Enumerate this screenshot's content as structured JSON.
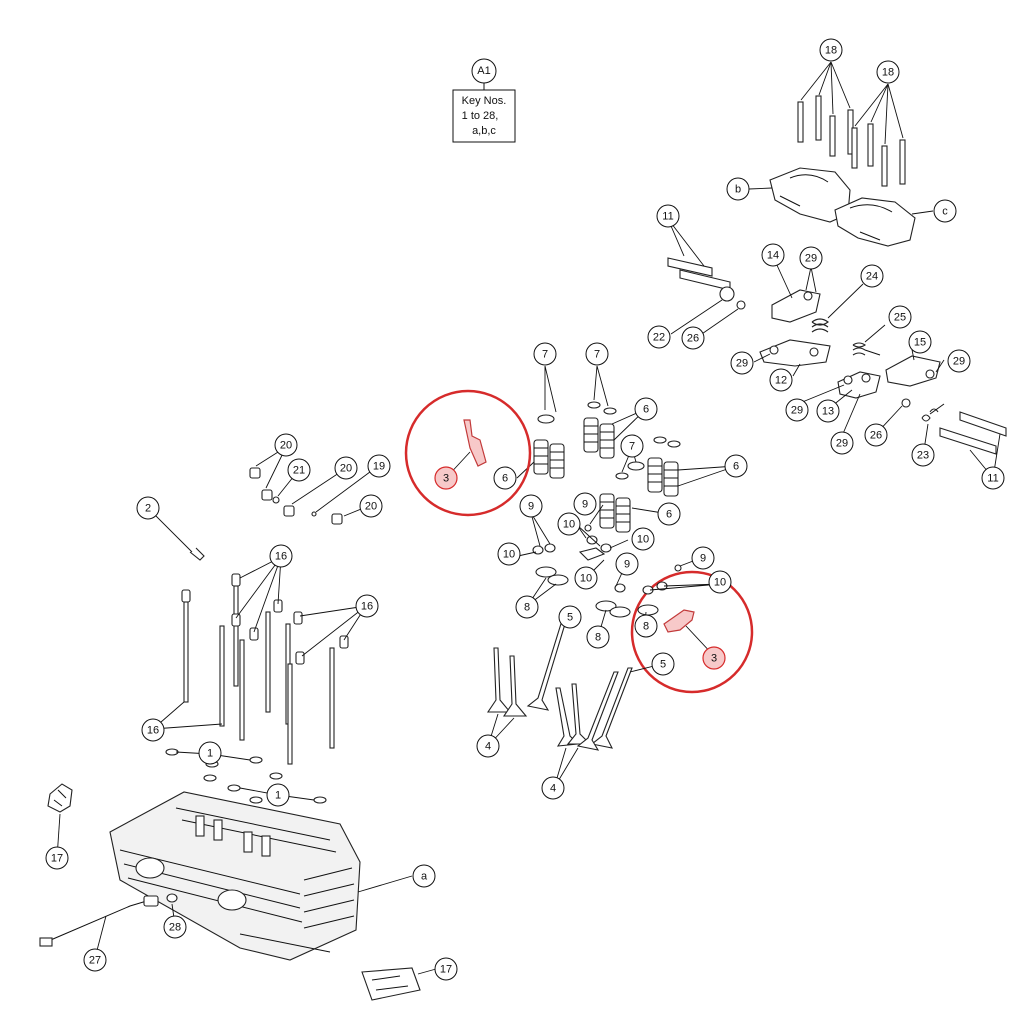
{
  "key_box": {
    "ref": "A1",
    "line1": "Key Nos.",
    "line2": "1 to 28,",
    "line3": "a,b,c"
  },
  "highlight_color": "#d62b2b",
  "highlight_fill": "#f7c9c9",
  "callouts": [
    {
      "id": "c18a",
      "label": "18"
    },
    {
      "id": "c18b",
      "label": "18"
    },
    {
      "id": "cb",
      "label": "b"
    },
    {
      "id": "cc",
      "label": "c"
    },
    {
      "id": "c11a",
      "label": "11"
    },
    {
      "id": "c14",
      "label": "14"
    },
    {
      "id": "c29a",
      "label": "29"
    },
    {
      "id": "c24",
      "label": "24"
    },
    {
      "id": "c22",
      "label": "22"
    },
    {
      "id": "c26a",
      "label": "26"
    },
    {
      "id": "c25",
      "label": "25"
    },
    {
      "id": "c15",
      "label": "15"
    },
    {
      "id": "c29b",
      "label": "29"
    },
    {
      "id": "c29c",
      "label": "29"
    },
    {
      "id": "c12",
      "label": "12"
    },
    {
      "id": "c29d",
      "label": "29"
    },
    {
      "id": "c13",
      "label": "13"
    },
    {
      "id": "c29e",
      "label": "29"
    },
    {
      "id": "c26b",
      "label": "26"
    },
    {
      "id": "c23",
      "label": "23"
    },
    {
      "id": "c11b",
      "label": "11"
    },
    {
      "id": "c7a",
      "label": "7"
    },
    {
      "id": "c7b",
      "label": "7"
    },
    {
      "id": "c6a",
      "label": "6"
    },
    {
      "id": "c6b",
      "label": "6"
    },
    {
      "id": "c7c",
      "label": "7"
    },
    {
      "id": "c6c",
      "label": "6"
    },
    {
      "id": "c6d",
      "label": "6"
    },
    {
      "id": "c3a",
      "label": "3",
      "highlight": true
    },
    {
      "id": "c3b",
      "label": "3",
      "highlight": true
    },
    {
      "id": "c9a",
      "label": "9"
    },
    {
      "id": "c10a",
      "label": "10"
    },
    {
      "id": "c10b",
      "label": "10"
    },
    {
      "id": "c9b",
      "label": "9"
    },
    {
      "id": "c10c",
      "label": "10"
    },
    {
      "id": "c10d",
      "label": "10"
    },
    {
      "id": "c9c",
      "label": "9"
    },
    {
      "id": "c9d",
      "label": "9"
    },
    {
      "id": "c10e",
      "label": "10"
    },
    {
      "id": "c8a",
      "label": "8"
    },
    {
      "id": "c8b",
      "label": "8"
    },
    {
      "id": "c8c",
      "label": "8"
    },
    {
      "id": "c5a",
      "label": "5"
    },
    {
      "id": "c5b",
      "label": "5"
    },
    {
      "id": "c4a",
      "label": "4"
    },
    {
      "id": "c4b",
      "label": "4"
    },
    {
      "id": "c20a",
      "label": "20"
    },
    {
      "id": "c21",
      "label": "21"
    },
    {
      "id": "c20b",
      "label": "20"
    },
    {
      "id": "c19",
      "label": "19"
    },
    {
      "id": "c20c",
      "label": "20"
    },
    {
      "id": "c2",
      "label": "2"
    },
    {
      "id": "c16a",
      "label": "16"
    },
    {
      "id": "c16b",
      "label": "16"
    },
    {
      "id": "c16c",
      "label": "16"
    },
    {
      "id": "c1a",
      "label": "1"
    },
    {
      "id": "c1b",
      "label": "1"
    },
    {
      "id": "c17a",
      "label": "17"
    },
    {
      "id": "ca",
      "label": "a"
    },
    {
      "id": "c28",
      "label": "28"
    },
    {
      "id": "c27",
      "label": "27"
    },
    {
      "id": "c17b",
      "label": "17"
    }
  ]
}
